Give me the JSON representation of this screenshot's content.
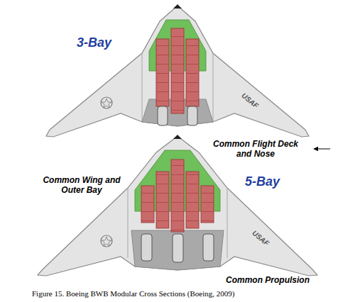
{
  "diagram": {
    "caption": "Figure 15.  Boeing BWB Modular Cross Sections (Boeing, 2009)",
    "labels": [
      "3-Bay",
      "USAF",
      "Common Flight Deck and Nose",
      "Common Wing and Outer Bay",
      "5-Bay",
      "USAF",
      "Common Propulsion"
    ]
  }
}
